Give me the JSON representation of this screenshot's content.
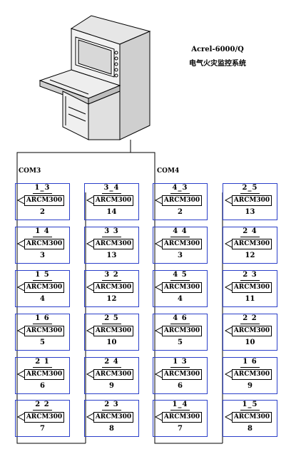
{
  "title": "Acrel-6000/Q",
  "subtitle": "电气火灾监控系统",
  "buses": [
    "COM3",
    "COM4"
  ],
  "modules": [
    [
      {
        "top": "1_3",
        "model": "ARCM300",
        "bottom": "2"
      },
      {
        "top": "1 4",
        "model": "ARCM300",
        "bottom": "3"
      },
      {
        "top": "1 5",
        "model": "ARCM300",
        "bottom": "4"
      },
      {
        "top": "1 6",
        "model": "ARCM300",
        "bottom": "5"
      },
      {
        "top": "2 1",
        "model": "ARCM300",
        "bottom": "6"
      },
      {
        "top": "2 2",
        "model": "ARCM300",
        "bottom": "7"
      }
    ],
    [
      {
        "top": "3_4",
        "model": "ARCM300",
        "bottom": "14"
      },
      {
        "top": "3 3",
        "model": "ARCM300",
        "bottom": "13"
      },
      {
        "top": "3 2",
        "model": "ARCM300",
        "bottom": "12"
      },
      {
        "top": "2 5",
        "model": "ARCM300",
        "bottom": "10"
      },
      {
        "top": "2 4",
        "model": "ARCM300",
        "bottom": "9"
      },
      {
        "top": "2 3",
        "model": "ARCM300",
        "bottom": "8"
      }
    ],
    [
      {
        "top": "4_3",
        "model": "ARCM300",
        "bottom": "2"
      },
      {
        "top": "4 4",
        "model": "ARCM300",
        "bottom": "3"
      },
      {
        "top": "4 5",
        "model": "ARCM300",
        "bottom": "4"
      },
      {
        "top": "4 6",
        "model": "ARCM300",
        "bottom": "5"
      },
      {
        "top": "1 3",
        "model": "ARCM300",
        "bottom": "6"
      },
      {
        "top": "1_4",
        "model": "ARCM300",
        "bottom": "7"
      }
    ],
    [
      {
        "top": "2_5",
        "model": "ARCM300",
        "bottom": "13"
      },
      {
        "top": "2 4",
        "model": "ARCM300",
        "bottom": "12"
      },
      {
        "top": "2 3",
        "model": "ARCM300",
        "bottom": "11"
      },
      {
        "top": "2 2",
        "model": "ARCM300",
        "bottom": "10"
      },
      {
        "top": "1 6",
        "model": "ARCM300",
        "bottom": "9"
      },
      {
        "top": "1_5",
        "model": "ARCM300",
        "bottom": "8"
      }
    ]
  ]
}
